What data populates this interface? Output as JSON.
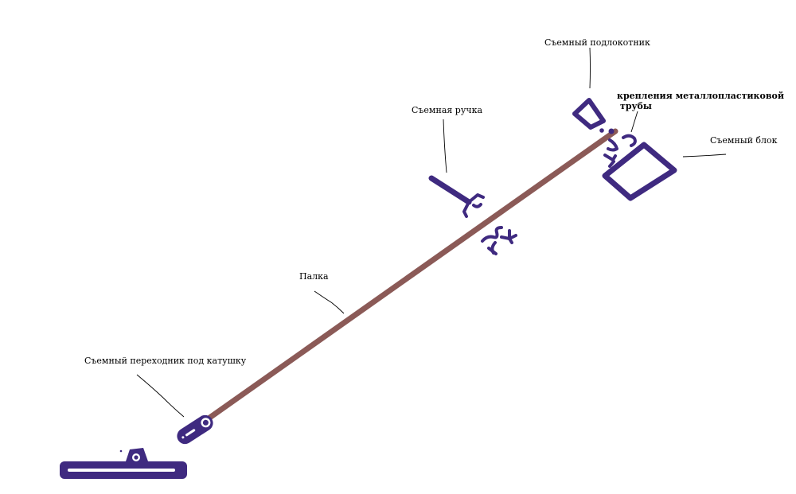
{
  "labels": {
    "armrest": "Съемный подлокотник",
    "mounts_line1": "крепления металлопластиковой",
    "mounts_line2": "трубы",
    "block": "Съемный блок",
    "handle": "Съемная ручка",
    "stick": "Палка",
    "adapter": "Съемный переходник под катушку"
  },
  "colors": {
    "stick": "#8b5a57",
    "parts": "#3f2a80",
    "leader_lines": "#000000",
    "background": "#ffffff"
  }
}
